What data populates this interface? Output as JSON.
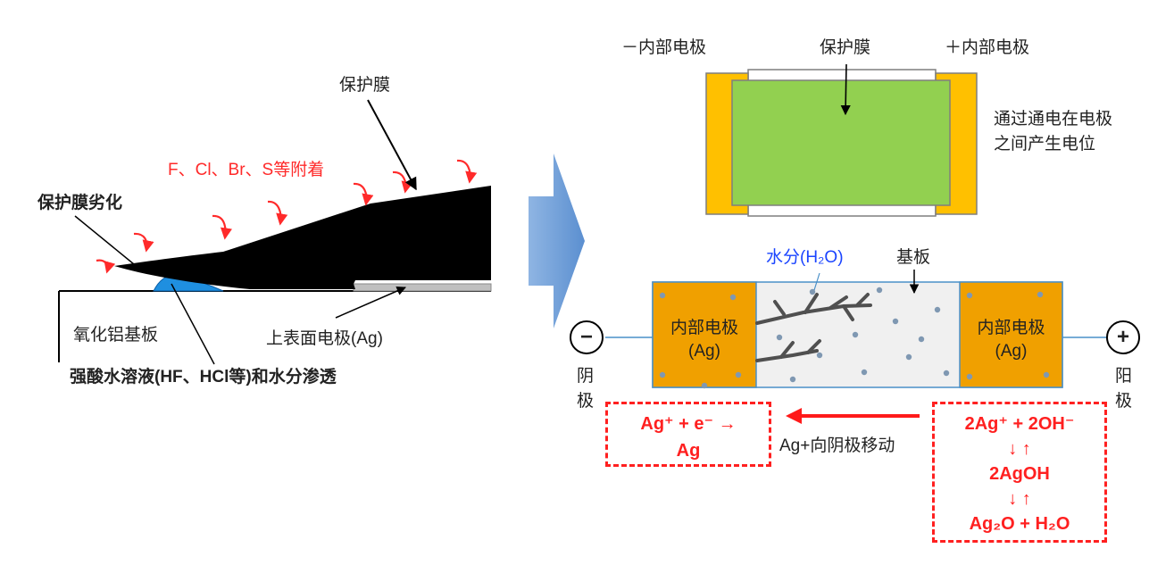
{
  "left": {
    "protective_film": "保护膜",
    "contaminants": "F、Cl、Br、S等附着",
    "film_degradation": "保护膜劣化",
    "alumina_substrate": "氧化铝基板",
    "top_electrode": "上表面电极(Ag)",
    "acid_penetration": "强酸水溶液(HF、HCl等)和水分渗透"
  },
  "top_right": {
    "neg_internal_electrode": "－内部电极",
    "protective_film": "保护膜",
    "pos_internal_electrode": "＋内部电极",
    "potential_note_line1": "通过通电在电极",
    "potential_note_line2": "之间产生电位"
  },
  "bottom_right": {
    "moisture": "水分(H₂O)",
    "substrate": "基板",
    "left_electrode_line1": "内部电极",
    "left_electrode_line2": "(Ag)",
    "right_electrode_line1": "内部电极",
    "right_electrode_line2": "(Ag)",
    "minus_symbol": "−",
    "plus_symbol": "+",
    "cathode_line1": "阴",
    "cathode_line2": "极",
    "anode_line1": "阳",
    "anode_line2": "极",
    "migration": "Ag+向阴极移动",
    "cathode_reaction_line1": "Ag⁺ + e⁻ →",
    "cathode_reaction_line2": "Ag",
    "anode_reaction_line1": "2Ag⁺ + 2OH⁻",
    "anode_reaction_line2": "↓ ↑",
    "anode_reaction_line3": "2AgOH",
    "anode_reaction_line4": "↓ ↑",
    "anode_reaction_line5": "Ag₂O + H₂O"
  },
  "colors": {
    "film": "#000000",
    "acid": "#1f8fe0",
    "electrode_gold": "#ffc000",
    "film_green": "#92d050",
    "electrode_orange": "#f0a000",
    "arrow_blue": "#6b9fd6",
    "reaction_red": "#ff2020",
    "label_red": "#ff2a2a"
  }
}
